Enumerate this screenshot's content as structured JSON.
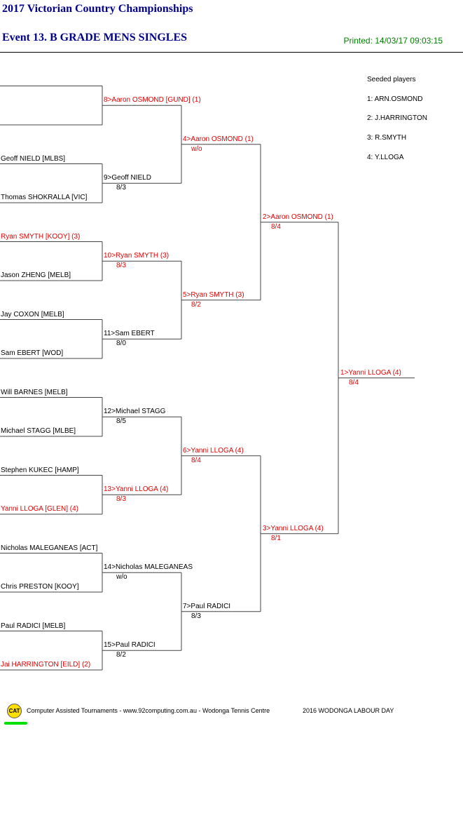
{
  "header": {
    "title": "2017 Victorian Country Championships",
    "event": "Event 13. B GRADE MENS SINGLES",
    "printed": "Printed: 14/03/17 09:03:15"
  },
  "seeds": {
    "heading": "Seeded players",
    "items": [
      "1: ARN.OSMOND",
      "2: J.HARRINGTON",
      "3: R.SMYTH",
      "4: Y.LLOGA"
    ]
  },
  "round1": [
    {
      "label": "",
      "red": false
    },
    {
      "label": "Geoff NIELD [MLBS]",
      "red": false
    },
    {
      "label": "Thomas SHOKRALLA [VIC]",
      "red": false
    },
    {
      "label": "Ryan SMYTH [KOOY] (3)",
      "red": true
    },
    {
      "label": "Jason ZHENG [MELB]",
      "red": false
    },
    {
      "label": "Jay COXON [MELB]",
      "red": false
    },
    {
      "label": "Sam EBERT [WOD]",
      "red": false
    },
    {
      "label": "Will BARNES [MELB]",
      "red": false
    },
    {
      "label": "Michael STAGG [MLBE]",
      "red": false
    },
    {
      "label": "Stephen KUKEC [HAMP]",
      "red": false
    },
    {
      "label": "Yanni LLOGA [GLEN] (4)",
      "red": true
    },
    {
      "label": "Nicholas MALEGANEAS [ACT]",
      "red": false
    },
    {
      "label": "Chris PRESTON [KOOY]",
      "red": false
    },
    {
      "label": "Paul RADICI [MELB]",
      "red": false
    },
    {
      "label": "Jai HARRINGTON [EILD] (2)",
      "red": true
    }
  ],
  "round2": [
    {
      "label": "8>Aaron OSMOND [GUND] (1)",
      "score": "",
      "red": true
    },
    {
      "label": "9>Geoff NIELD",
      "score": "8/3",
      "red": false
    },
    {
      "label": "10>Ryan SMYTH (3)",
      "score": "8/3",
      "red": true
    },
    {
      "label": "11>Sam EBERT",
      "score": "8/0",
      "red": false
    },
    {
      "label": "12>Michael STAGG",
      "score": "8/5",
      "red": false
    },
    {
      "label": "13>Yanni LLOGA (4)",
      "score": "8/3",
      "red": true
    },
    {
      "label": "14>Nicholas MALEGANEAS",
      "score": "w/o",
      "red": false
    },
    {
      "label": "15>Paul RADICI",
      "score": "8/2",
      "red": false
    }
  ],
  "round3": [
    {
      "label": "4>Aaron OSMOND (1)",
      "score": "w/o",
      "red": true
    },
    {
      "label": "5>Ryan SMYTH (3)",
      "score": "8/2",
      "red": true
    },
    {
      "label": "6>Yanni LLOGA (4)",
      "score": "8/4",
      "red": true
    },
    {
      "label": "7>Paul RADICI",
      "score": "8/3",
      "red": false
    }
  ],
  "round4": [
    {
      "label": "2>Aaron OSMOND (1)",
      "score": "8/4",
      "red": true
    },
    {
      "label": "3>Yanni LLOGA (4)",
      "score": "8/1",
      "red": true
    }
  ],
  "final": {
    "label": "1>Yanni LLOGA (4)",
    "score": "8/4",
    "red": true
  },
  "footer": {
    "logo": "CAT",
    "credit": "Computer Assisted Tournaments - www.92computing.com.au -  Wodonga Tennis Centre",
    "event": "2016 WODONGA LABOUR DAY"
  }
}
